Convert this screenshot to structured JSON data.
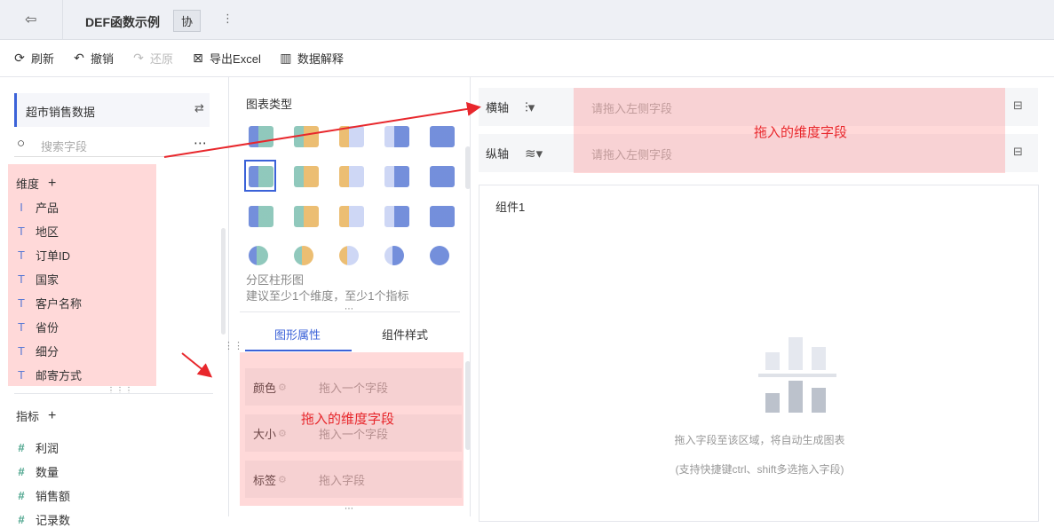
{
  "header": {
    "title": "DEF函数示例",
    "collab_badge": "协",
    "more": "⋮"
  },
  "toolbar": {
    "refresh": "刷新",
    "undo": "撤销",
    "redo": "还原",
    "export": "导出Excel",
    "explain": "数据解释"
  },
  "dataset": {
    "name": "超市销售数据",
    "search_placeholder": "搜索字段"
  },
  "dimensions": {
    "label": "维度",
    "items": [
      "产品",
      "地区",
      "订单ID",
      "国家",
      "客户名称",
      "省份",
      "细分",
      "邮寄方式"
    ]
  },
  "measures": {
    "label": "指标",
    "items": [
      "利润",
      "数量",
      "销售额",
      "记录数"
    ]
  },
  "chart_types": {
    "label": "图表类型",
    "selected_name": "分区柱形图",
    "hint": "建议至少1个维度，至少1个指标"
  },
  "tabs": {
    "graphic": "图形属性",
    "style": "组件样式"
  },
  "properties": [
    {
      "label": "颜色",
      "placeholder": "拖入一个字段"
    },
    {
      "label": "大小",
      "placeholder": "拖入一个字段"
    },
    {
      "label": "标签",
      "placeholder": "拖入字段"
    }
  ],
  "axes": {
    "x_label": "横轴",
    "y_label": "纵轴",
    "placeholder": "请拖入左侧字段"
  },
  "annotations": {
    "axis_overlay": "拖入的维度字段",
    "prop_overlay": "拖入的维度字段"
  },
  "canvas": {
    "component": "组件1",
    "empty_hint": "拖入字段至该区域，将自动生成图表",
    "shortcut_hint": "(支持快捷键ctrl、shift多选拖入字段)"
  },
  "colors": {
    "accent": "#3b62d8",
    "highlight": "#f8d7d8",
    "annotation": "#e8272c"
  }
}
